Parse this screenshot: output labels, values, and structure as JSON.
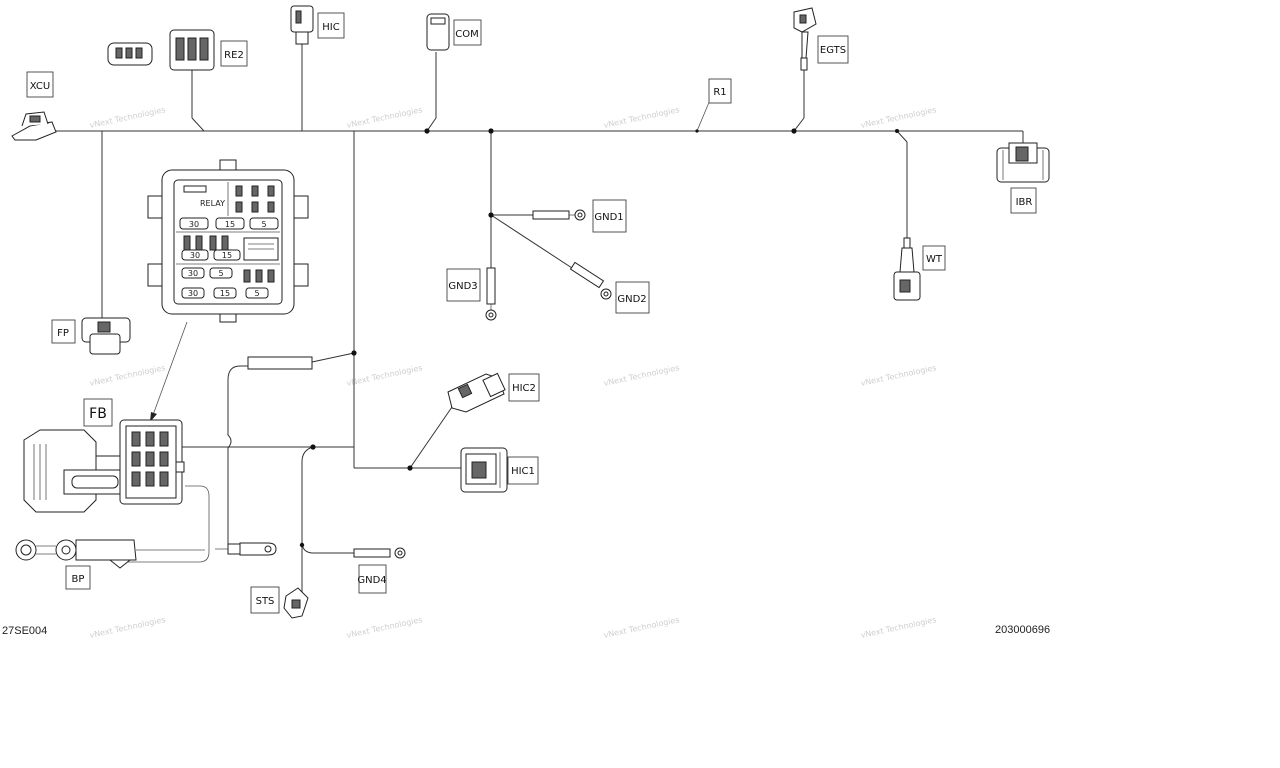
{
  "labels": {
    "xcu": "XCU",
    "re2": "RE2",
    "hic": "HIC",
    "com": "COM",
    "egts": "EGTS",
    "r1": "R1",
    "ibr": "IBR",
    "gnd1": "GND1",
    "gnd2": "GND2",
    "gnd3": "GND3",
    "wt": "WT",
    "fp": "FP",
    "fb": "FB",
    "hic2": "HIC2",
    "hic1": "HIC1",
    "bp": "BP",
    "sts": "STS",
    "gnd4": "GND4"
  },
  "fuse_box": {
    "relay_text": "RELAY",
    "fuse_values": [
      "30",
      "15",
      "5",
      "30",
      "15",
      "30",
      "5",
      "30",
      "15",
      "5"
    ]
  },
  "footer": {
    "left_code": "27SE004",
    "right_code": "203000696"
  },
  "watermark": {
    "text": "vNext Technologies"
  }
}
